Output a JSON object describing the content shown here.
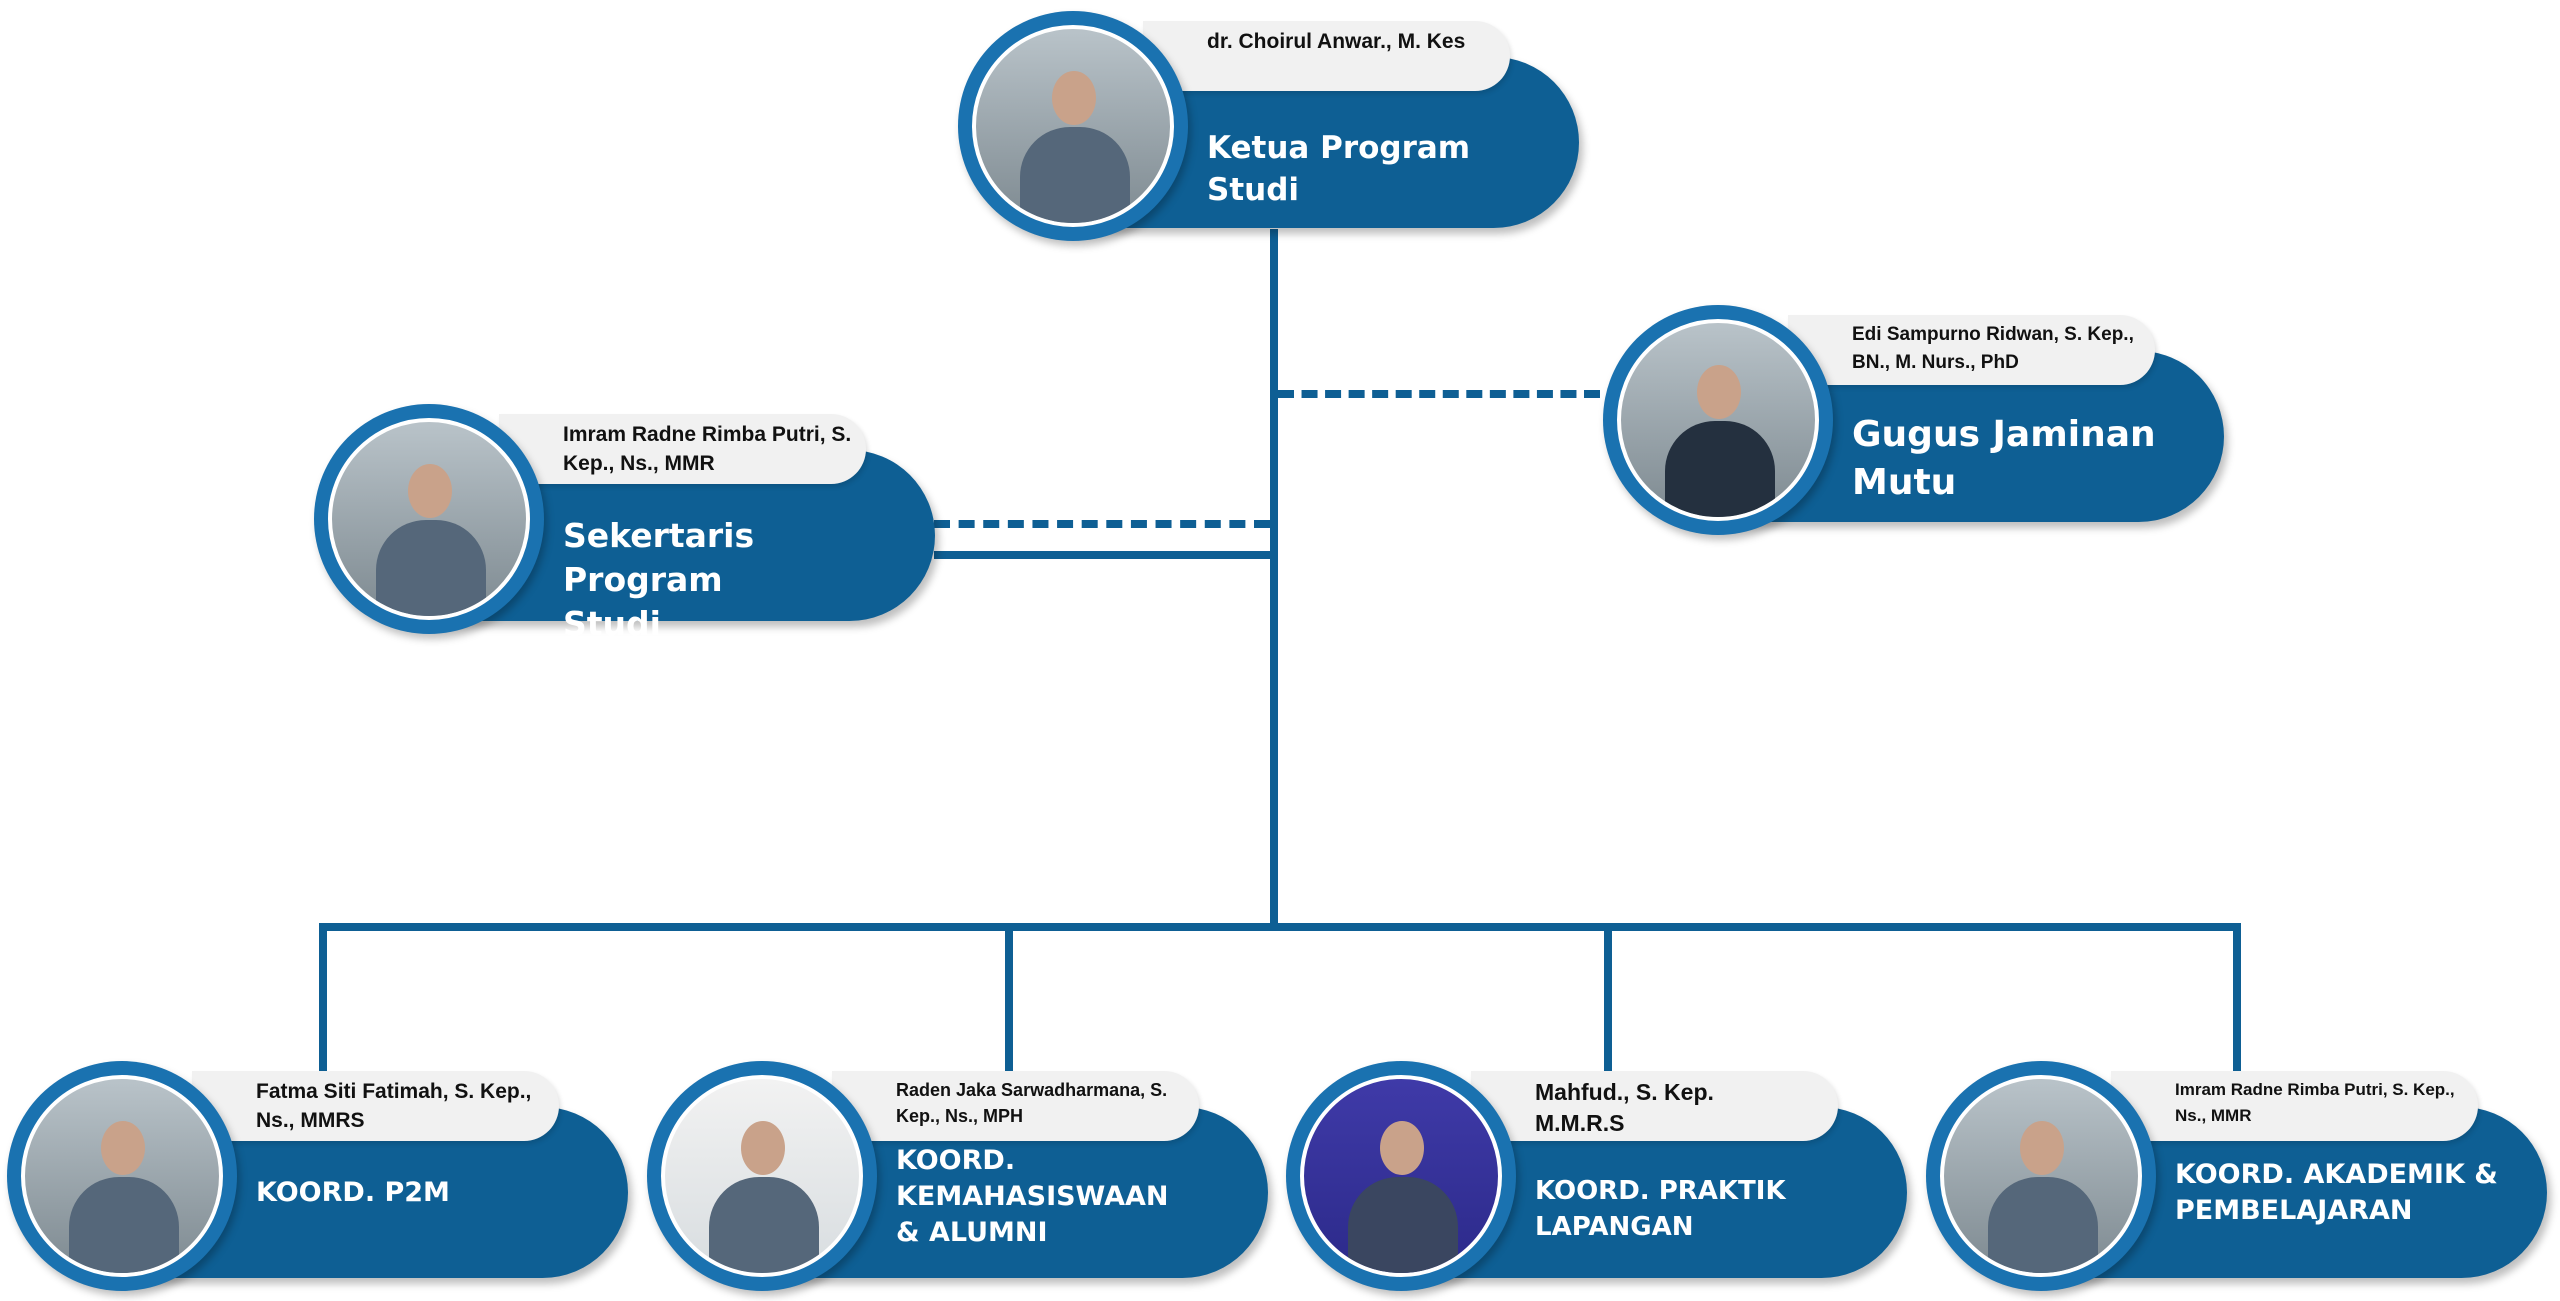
{
  "org_chart": {
    "head": {
      "name": "dr. Choirul Anwar., M. Kes",
      "title": "Ketua Program Studi"
    },
    "quality": {
      "name": "Edi Sampurno Ridwan, S. Kep., BN., M. Nurs., PhD",
      "title": "Gugus Jaminan Mutu"
    },
    "secretary": {
      "name": "Imram Radne Rimba Putri, S. Kep., Ns., MMR",
      "title": "Sekertaris Program Studi"
    },
    "coordinators": [
      {
        "name": "Fatma Siti Fatimah, S. Kep., Ns., MMRS",
        "title": "KOORD. P2M"
      },
      {
        "name": "Raden Jaka Sarwadharmana, S. Kep., Ns., MPH",
        "title": "KOORD. KEMAHASISWAAN & ALUMNI"
      },
      {
        "name": "Mahfud., S. Kep. M.M.R.S",
        "title": "KOORD. PRAKTIK LAPANGAN"
      },
      {
        "name": "Imram Radne Rimba Putri, S. Kep., Ns., MMR",
        "title": "KOORD. AKADEMIK & PEMBELAJARAN"
      }
    ]
  },
  "colors": {
    "primary": "#0e5f94",
    "ring": "#1a72b0",
    "tab": "#f1f1f1"
  }
}
